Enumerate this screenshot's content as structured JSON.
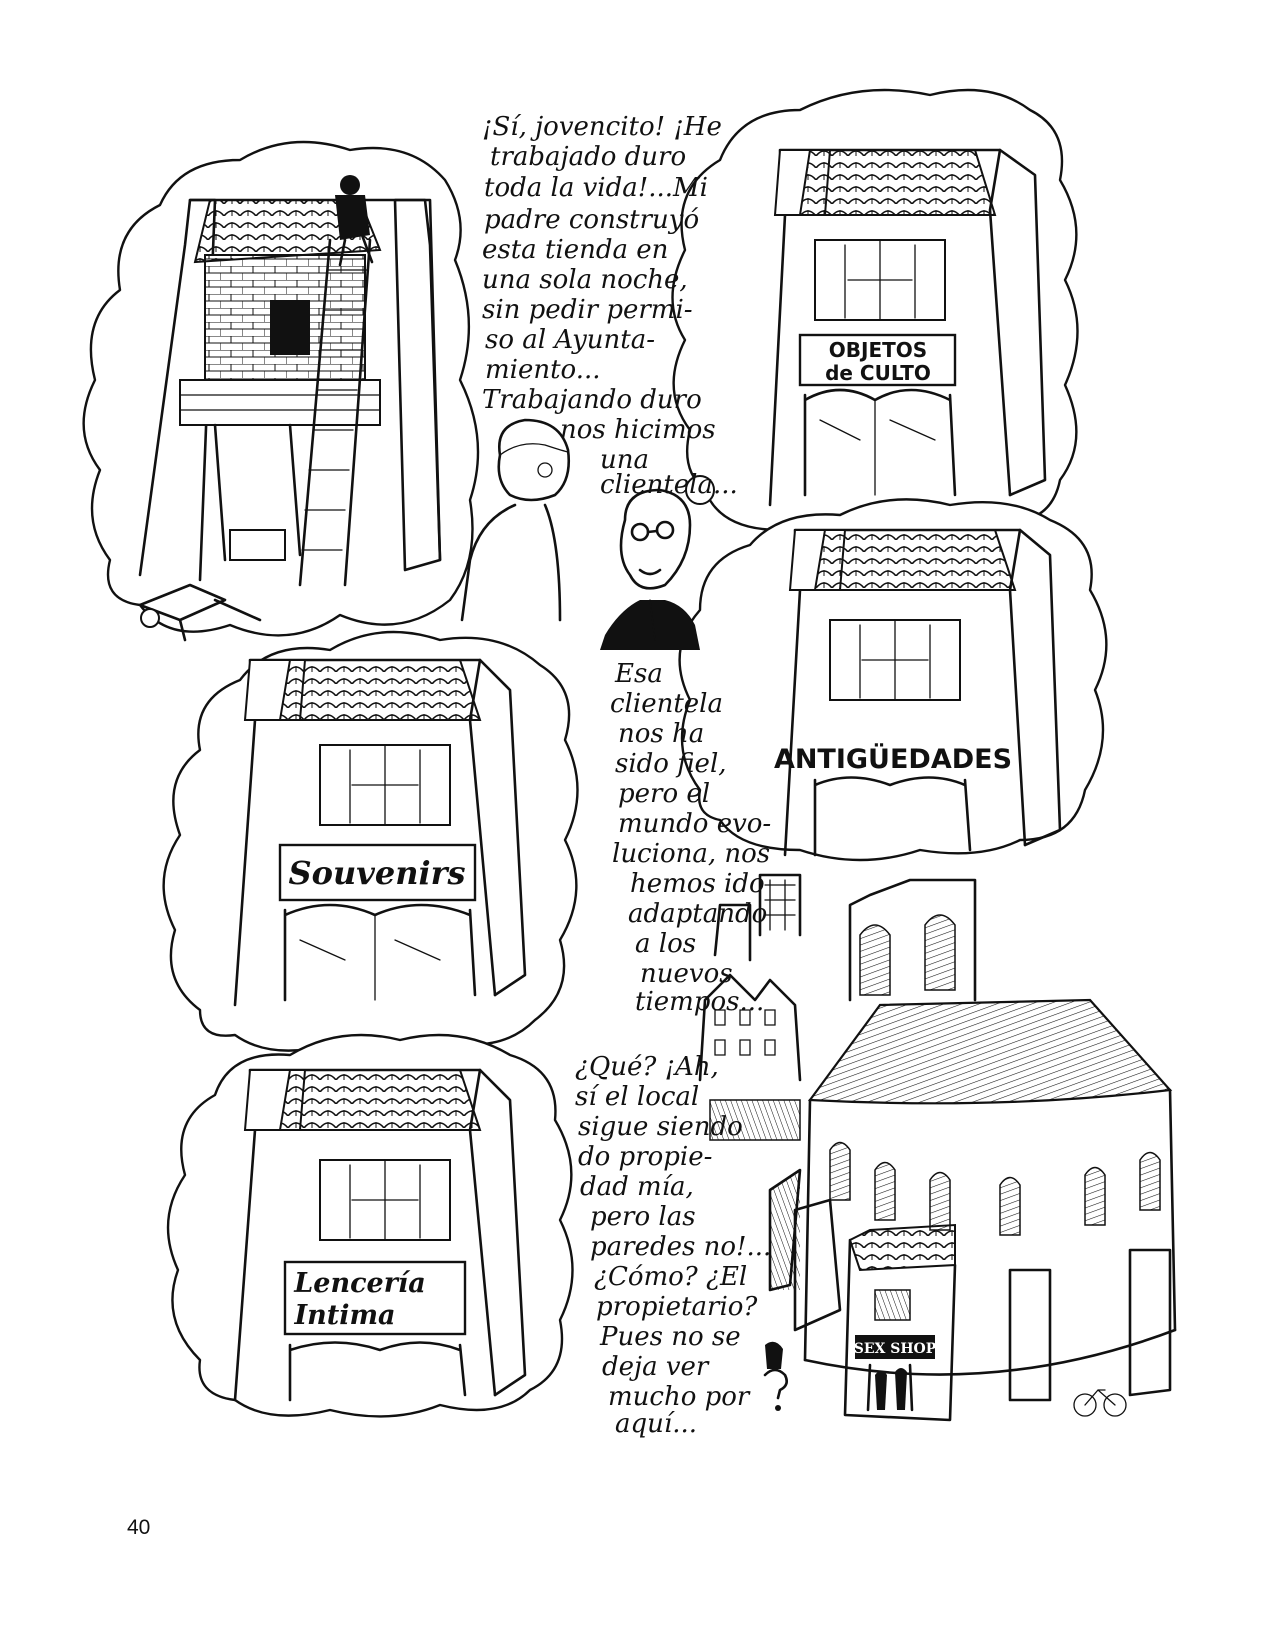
{
  "page_number": "40",
  "narration": {
    "block_1": [
      "¡Sí, jovencito! ¡He",
      "trabajado duro",
      "toda la vida!...Mi",
      "padre construyó",
      "esta tienda en",
      "una sola noche,",
      "sin pedir permi-",
      "so al Ayunta-",
      "miento...",
      "Trabajando duro",
      "nos hicimos",
      "una",
      "clientela..."
    ],
    "block_2": [
      "Esa",
      "clientela",
      "nos ha",
      "sido fiel,",
      "pero el",
      "mundo evo-",
      "luciona, nos",
      "hemos ido",
      "adaptando",
      "a los",
      "nuevos",
      "tiempos..."
    ],
    "block_3": [
      "¿Qué? ¡Ah,",
      "sí el local",
      "sigue siendo",
      "do propie-",
      "dad mía,",
      "pero las",
      "paredes no!...",
      "¿Cómo? ¿El",
      "propietario?",
      "Pues no se",
      "deja ver",
      "mucho por",
      "aquí..."
    ]
  },
  "shop_signs": {
    "objetos_line1": "OBJETOS",
    "objetos_line2": "de CULTO",
    "antiguedades": "ANTIGÜEDADES",
    "souvenirs": "Souvenirs",
    "lenceria_line1": "Lencería",
    "lenceria_line2": "Intima",
    "sexshop": "SEX SHOP"
  },
  "icons": [
    "thought-bubble",
    "house",
    "woman-with-glasses",
    "young-man",
    "church",
    "wheelbarrow",
    "bicycle",
    "question-mark"
  ],
  "colors": {
    "ink": "#111111",
    "paper": "#ffffff"
  }
}
